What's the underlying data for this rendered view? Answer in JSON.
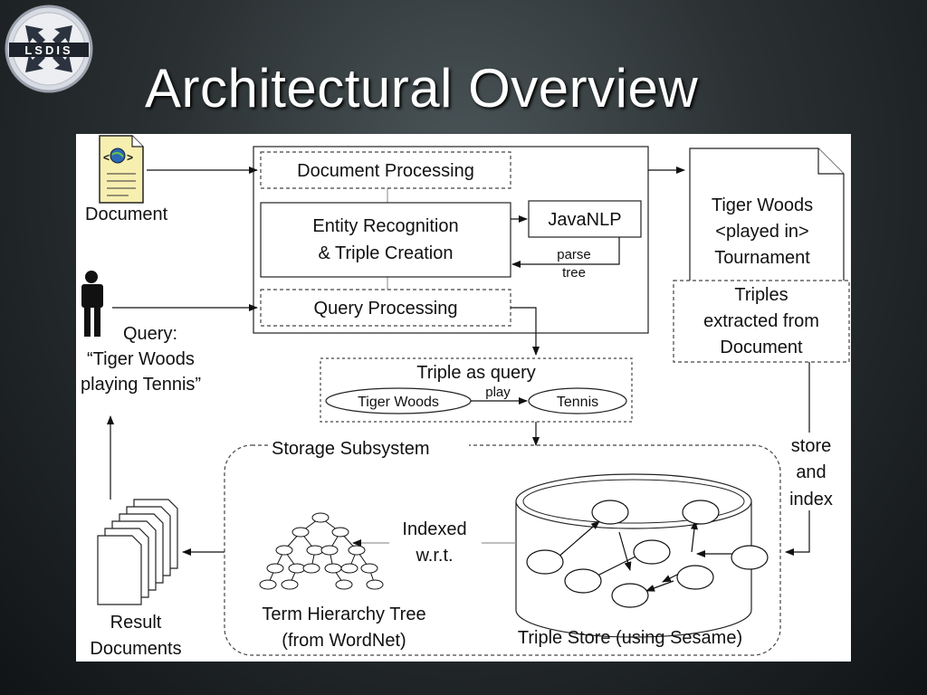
{
  "logo": {
    "text": "LSDIS"
  },
  "title": "Architectural Overview",
  "diagram": {
    "document_label": "Document",
    "query_label_line1": "Query:",
    "query_label_line2": "“Tiger Woods",
    "query_label_line3": "playing Tennis”",
    "doc_processing": "Document Processing",
    "entity_line1": "Entity Recognition",
    "entity_line2": "& Triple Creation",
    "javanlp": "JavaNLP",
    "parse_line1": "parse",
    "parse_line2": "tree",
    "query_processing": "Query Processing",
    "triple_doc_line1": "Tiger Woods",
    "triple_doc_line2": "<played in>",
    "triple_doc_line3": "Tournament",
    "triples_extracted_line1": "Triples",
    "triples_extracted_line2": "extracted from",
    "triples_extracted_line3": "Document",
    "triple_as_query": "Triple as query",
    "subject": "Tiger Woods",
    "predicate": "play",
    "object": "Tennis",
    "storage_subsystem": "Storage Subsystem",
    "store_line1": "store",
    "store_line2": "and",
    "store_line3": "index",
    "indexed_line1": "Indexed",
    "indexed_line2": "w.r.t.",
    "term_line1": "Term Hierarchy Tree",
    "term_line2": "(from WordNet)",
    "triple_store": "Triple Store (using Sesame)",
    "result_line1": "Result",
    "result_line2": "Documents"
  }
}
